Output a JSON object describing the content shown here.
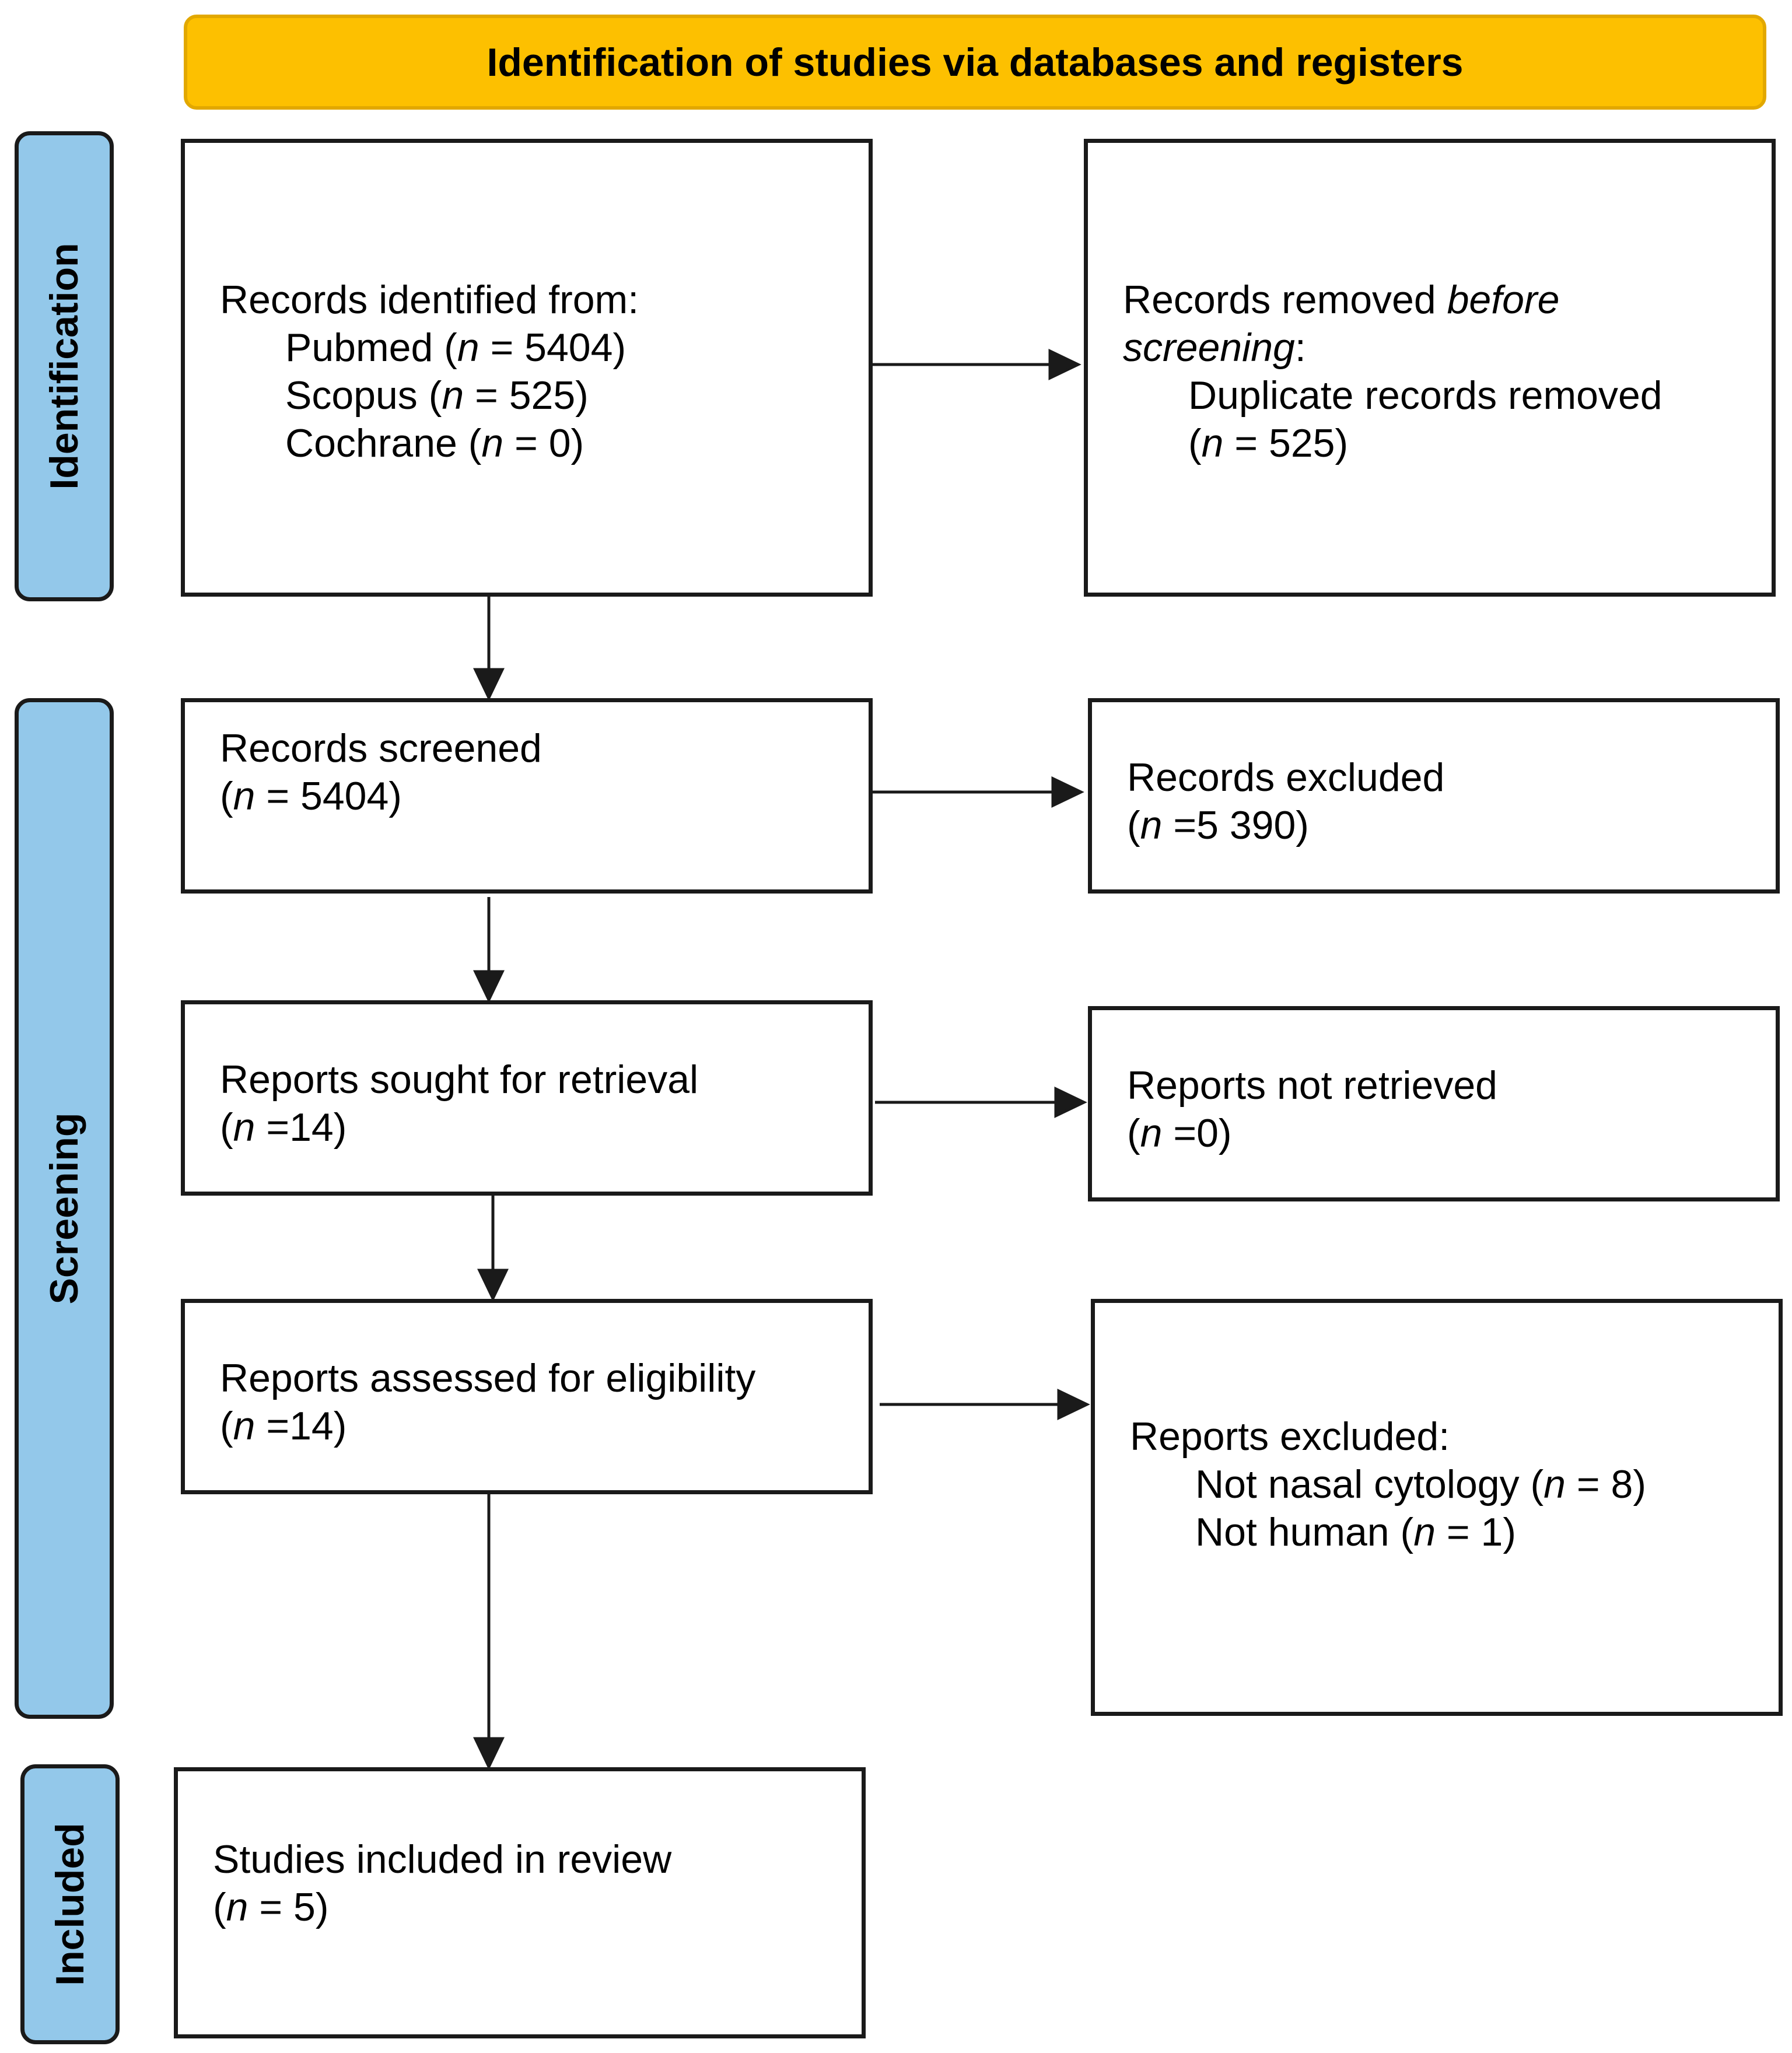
{
  "banner": {
    "title": "Identification of studies via databases and registers"
  },
  "phases": {
    "identification": "Identification",
    "screening": "Screening",
    "included": "Included"
  },
  "boxes": {
    "records_identified": {
      "heading": "Records identified from:",
      "sources": [
        {
          "name": "Pubmed",
          "n_label": "n",
          "count": "= 5404)"
        },
        {
          "name": "Scopus",
          "n_label": "n",
          "count": "= 525)"
        },
        {
          "name": "Cochrane",
          "n_label": "n",
          "count": "= 0)"
        }
      ]
    },
    "records_removed": {
      "line1_a": "Records removed",
      "line1_b": "before",
      "line2_a": "screening",
      "line2_b": ":",
      "line3": "Duplicate records removed",
      "n_label": "n",
      "count": "= 525)"
    },
    "records_screened": {
      "heading": "Records screened",
      "n_label": "n",
      "count": "= 5404)"
    },
    "records_excluded": {
      "heading": "Records excluded",
      "n_label": "n",
      "count": "=5 390)"
    },
    "reports_sought": {
      "heading": "Reports sought for retrieval",
      "n_label": "n",
      "count": "=14)"
    },
    "reports_not_retrieved": {
      "heading": "Reports not retrieved",
      "n_label": "n",
      "count": "=0)"
    },
    "reports_assessed": {
      "heading": "Reports assessed for eligibility",
      "n_label": "n",
      "count": "=14)"
    },
    "reports_excluded": {
      "heading": "Reports excluded:",
      "reasons": [
        {
          "name": "Not nasal cytology",
          "n_label": "n",
          "count": "= 8)"
        },
        {
          "name": "Not human",
          "n_label": "n",
          "count": "= 1)"
        }
      ]
    },
    "studies_included": {
      "heading": "Studies included in review",
      "n_label": "n",
      "count": "= 5)"
    }
  },
  "colors": {
    "banner": "#fdc000",
    "phase": "#93c8ea",
    "border": "#1a1a1a"
  }
}
